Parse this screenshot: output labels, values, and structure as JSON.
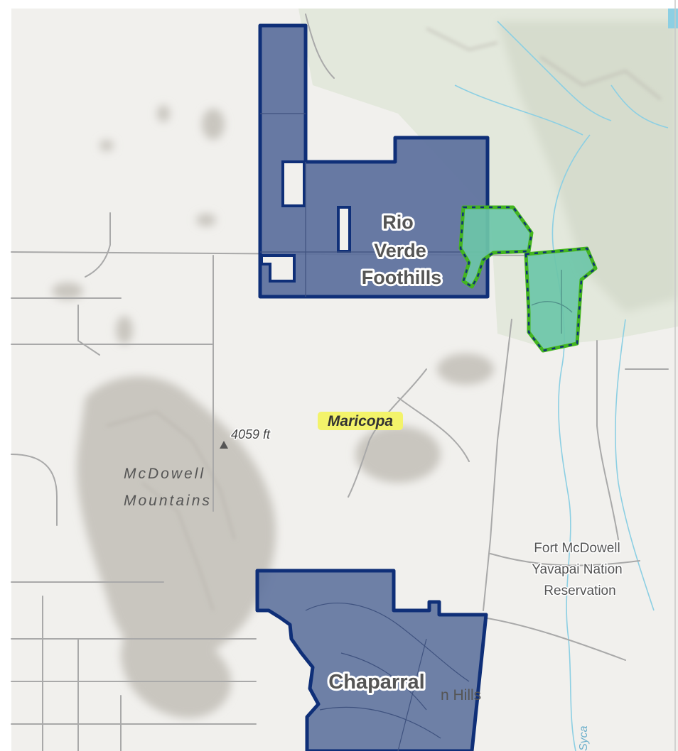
{
  "labels": {
    "rio_verde_line1": "Rio",
    "rio_verde_line2": "Verde",
    "rio_verde_line3": "Foothills",
    "maricopa": "Maricopa",
    "peak_elevation": "4059 ft",
    "mcdowell_line1": "McDowell",
    "mcdowell_line2": "Mountains",
    "fort_line1": "Fort McDowell",
    "fort_line2": "Yavapai Nation",
    "fort_line3": "Reservation",
    "chaparral": "Chaparral",
    "fountain_hills_partial": "n Hills",
    "sycamore_partial": "Syca"
  },
  "colors": {
    "map_background": "#f1f0ed",
    "terrain_tint": "#e3e8dc",
    "relief_shade": "#c9c6bf",
    "road": "#a9a9a9",
    "water": "#8ccfe3",
    "district_fill": "#5b6f9c",
    "district_outline": "#0f2f78",
    "highlight_fill": "#6cc6a8",
    "highlight_outline": "#43b51f",
    "county_label_bg": "#f3f36a"
  }
}
